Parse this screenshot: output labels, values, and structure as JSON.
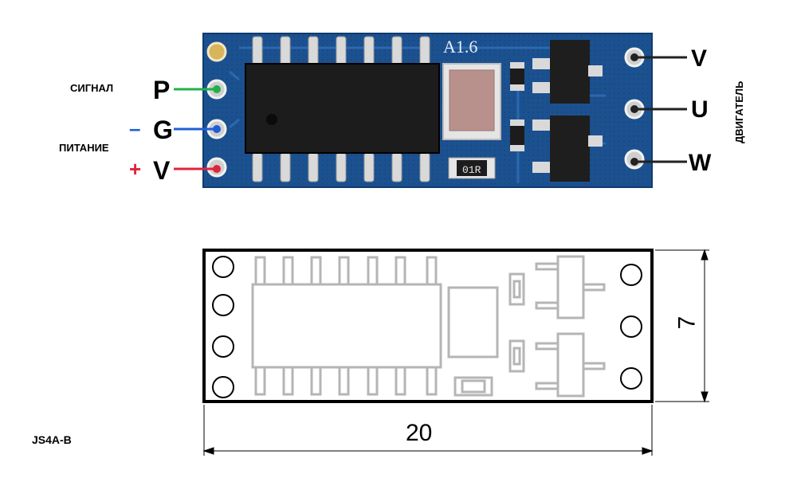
{
  "chip_marking": "A1.6",
  "resistor_marking": "01R",
  "left_labels": {
    "signal": "СИГНАЛ",
    "power": "ПИТАНИЕ",
    "minus": "–",
    "plus": "+"
  },
  "left_pins": [
    "P",
    "G",
    "V"
  ],
  "right_pins": [
    "V",
    "U",
    "W"
  ],
  "motor_label": "ДВИГАТЕЛЬ",
  "dimension_width": "20",
  "dimension_height": "7",
  "model": "JS4A-B",
  "colors": {
    "pcb": "#1a4f8c",
    "signal_wire": "#22b04b",
    "ground_wire": "#1f5fd6",
    "power_wire": "#e0243b",
    "motor_wire": "#222222"
  }
}
